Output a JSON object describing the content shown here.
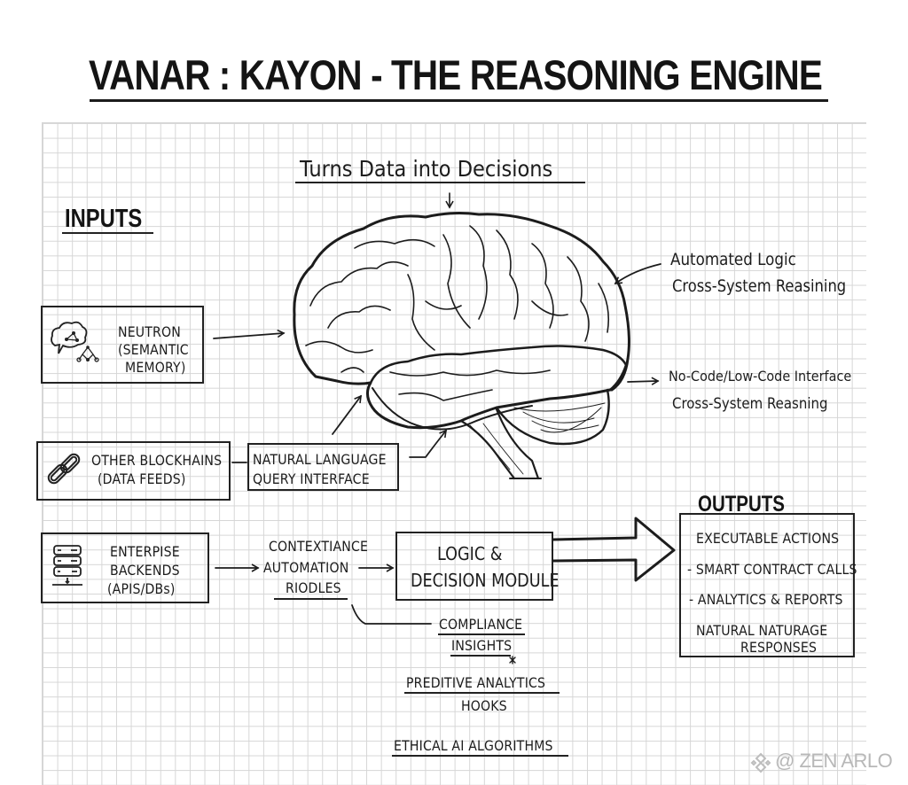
{
  "title": "VANAR : KAYON - THE REASONING ENGINE",
  "tagline": "Turns Data into Decisions",
  "inputs": {
    "heading": "INPUTS",
    "neutron": {
      "icon": "cloud-network-icon",
      "lines": [
        "NEUTRON",
        "(SEMANTIC",
        "MEMORY)"
      ]
    },
    "blockchains": {
      "icon": "chain-link-icon",
      "lines": [
        "OTHER BLOCKHAINS",
        "(DATA FEEDS)"
      ]
    },
    "enterprise": {
      "icon": "server-stack-icon",
      "lines": [
        "ENTERPISE",
        "BACKENDS",
        "(APIS/DBs)"
      ]
    }
  },
  "nl_query": {
    "lines": [
      "NATURAL LANGUAGE",
      "QUERY INTERFACE"
    ]
  },
  "context": {
    "lines": [
      "CONTEXTIANCE",
      "AUTOMATION",
      "RIODLES"
    ]
  },
  "logic_module": {
    "lines": [
      "LOGIC  &",
      "DECISION MODULE"
    ]
  },
  "annotations": {
    "automated": {
      "lines": [
        "Automated Logic",
        "Cross-System Reasining"
      ]
    },
    "nocode": {
      "lines": [
        "No-Code/Low-Code Interface",
        "Cross-System Reasning"
      ]
    }
  },
  "features": [
    {
      "lines": [
        "COMPLIANCE",
        "INSIGHTS"
      ]
    },
    {
      "lines": [
        "PREDITIVE ANALYTICS",
        "HOOKS"
      ]
    },
    {
      "lines": [
        "ETHICAL AI ALGORITHMS"
      ]
    }
  ],
  "outputs": {
    "heading": "OUTPUTS",
    "items": [
      "EXECUTABLE ACTIONS",
      "- SMART CONTRACT CALLS",
      "- ANALYTICS & REPORTS",
      "NATURAL NATURAGE",
      "RESPONSES"
    ]
  },
  "watermark": "@ ZEN ARLO",
  "colors": {
    "ink": "#1c1c1c",
    "grid": "#d6d6d6",
    "paper": "#ffffff",
    "watermark": "#b8b8b8"
  }
}
